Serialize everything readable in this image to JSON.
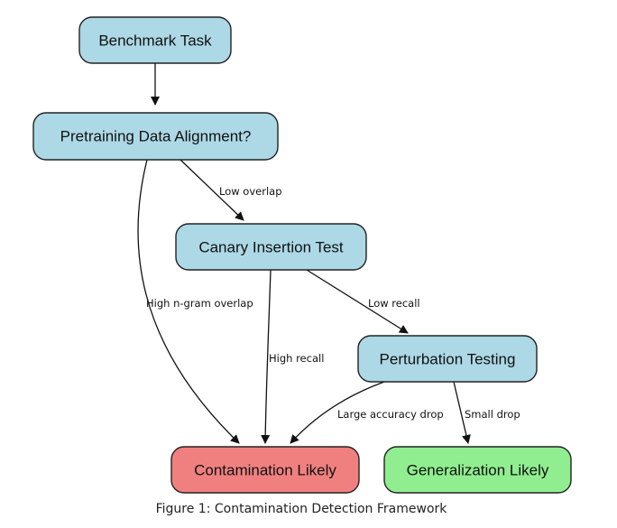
{
  "nodes": {
    "benchmark_task": {
      "label": "Benchmark Task",
      "fill": "#add8e6"
    },
    "pretraining_alignment": {
      "label": "Pretraining Data Alignment?",
      "fill": "#add8e6"
    },
    "canary_test": {
      "label": "Canary Insertion Test",
      "fill": "#add8e6"
    },
    "perturbation_testing": {
      "label": "Perturbation Testing",
      "fill": "#add8e6"
    },
    "contamination_likely": {
      "label": "Contamination Likely",
      "fill": "#f08080"
    },
    "generalization_likely": {
      "label": "Generalization Likely",
      "fill": "#90ee90"
    }
  },
  "edges": {
    "low_overlap": "Low overlap",
    "high_ngram_overlap": "High n-gram overlap",
    "high_recall": "High recall",
    "low_recall": "Low recall",
    "large_accuracy_drop": "Large accuracy drop",
    "small_drop": "Small drop"
  },
  "caption": "Figure 1: Contamination Detection Framework"
}
